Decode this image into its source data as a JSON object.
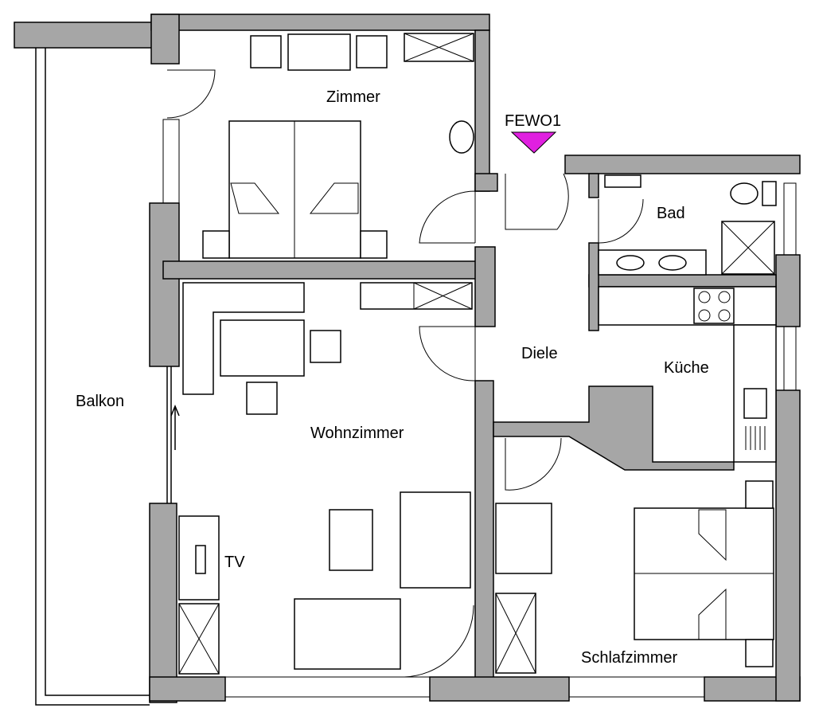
{
  "plan": {
    "unit_label": "FEWO1",
    "entrance_marker_color": "#e020e0",
    "rooms": {
      "zimmer": "Zimmer",
      "bad": "Bad",
      "diele": "Diele",
      "kueche": "Küche",
      "balkon": "Balkon",
      "wohnzimmer": "Wohnzimmer",
      "tv": "TV",
      "schlafzimmer": "Schlafzimmer"
    }
  }
}
